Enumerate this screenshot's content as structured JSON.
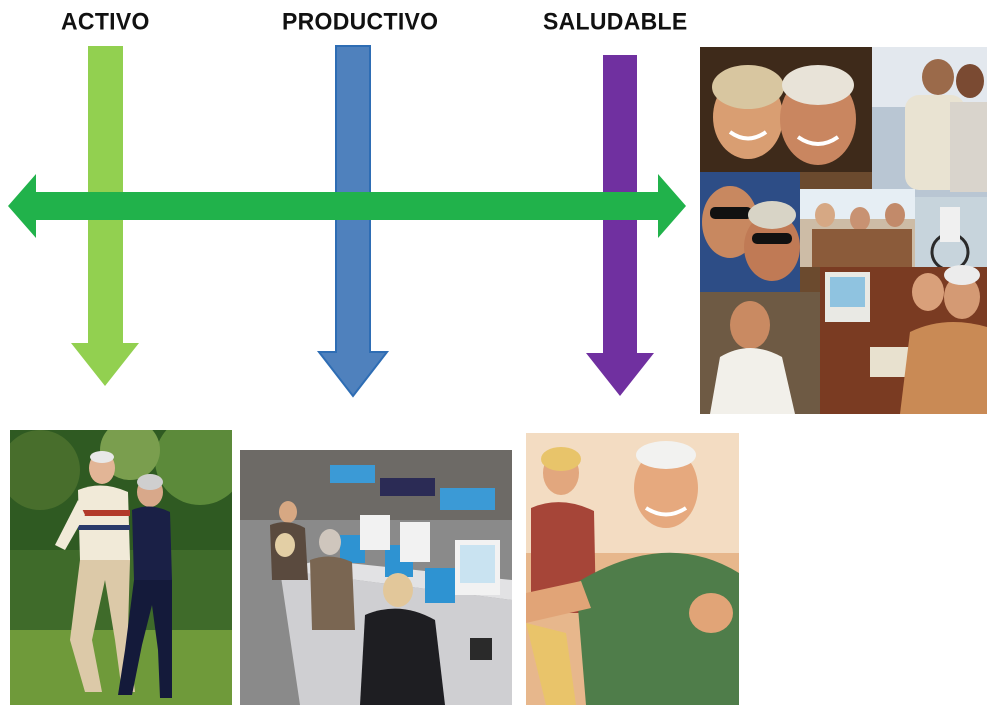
{
  "labels": {
    "activo": "ACTIVO",
    "productivo": "PRODUCTIVO",
    "saludable": "SALUDABLE"
  },
  "colors": {
    "horizontal_arrow": "#21b24b",
    "activo_arrow": "#92d050",
    "productivo_arrow": "#4f81bd",
    "productivo_outline": "#2e6db4",
    "saludable_arrow": "#7030a0"
  },
  "images": [
    "elderly-couples-collage-photo",
    "elderly-couple-jogging-photo",
    "seniors-computer-class-photo",
    "senior-man-exercising-photo"
  ]
}
